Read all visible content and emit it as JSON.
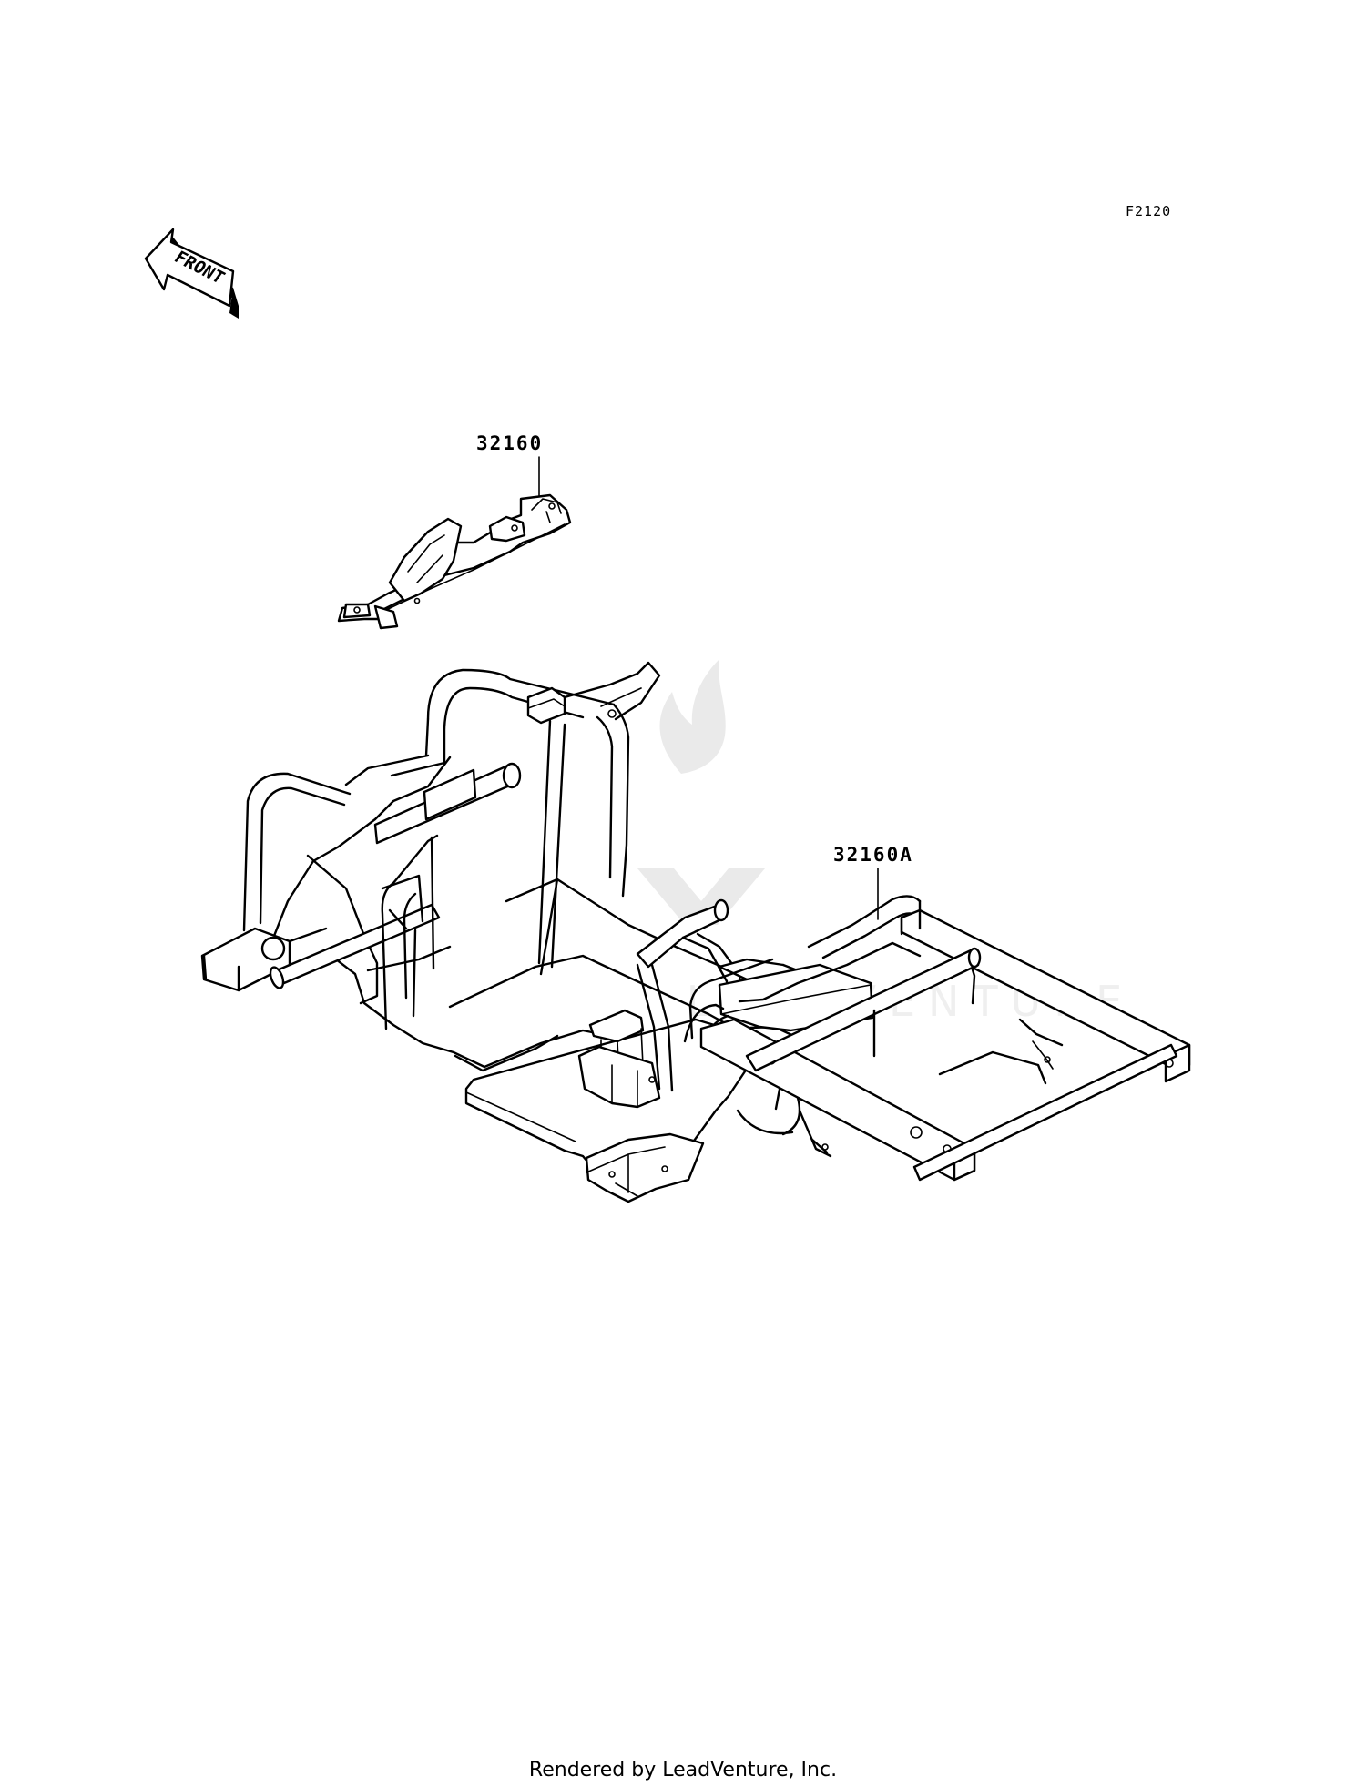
{
  "diagram": {
    "figure_code": "F2120",
    "front_label": "FRONT",
    "callouts": [
      {
        "part_number": "32160"
      },
      {
        "part_number": "32160A"
      }
    ],
    "watermark_text": "LEADVENTURE",
    "footer": "Rendered by LeadVenture, Inc."
  }
}
